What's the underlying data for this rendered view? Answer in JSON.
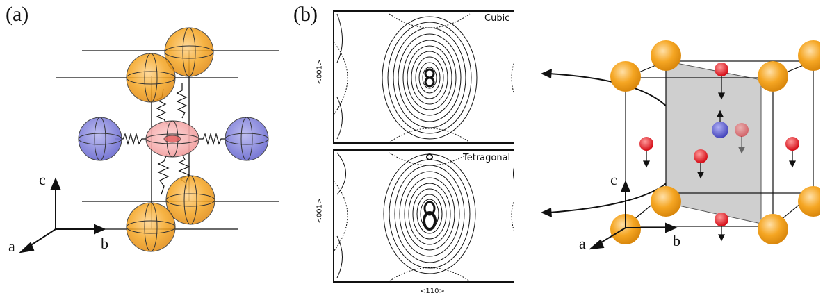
{
  "panel_a": {
    "label": "(a)",
    "axes": {
      "c": "c",
      "b": "b",
      "a": "a"
    }
  },
  "panel_b": {
    "label": "(b)",
    "maps": [
      {
        "name": "Cubic",
        "y_axis": "<001>"
      },
      {
        "name": "Tetragonal",
        "y_axis": "<001>"
      }
    ],
    "x_axis": "<110>"
  },
  "panel_c": {
    "axes": {
      "c": "c",
      "b": "b",
      "a": "a"
    }
  },
  "colors": {
    "corner_atom": "#f5a623",
    "center_atom": "#f3a0a0",
    "side_atom": "#7070d0",
    "oxygen": "#e8101c",
    "plane": "#cfcfcf"
  }
}
